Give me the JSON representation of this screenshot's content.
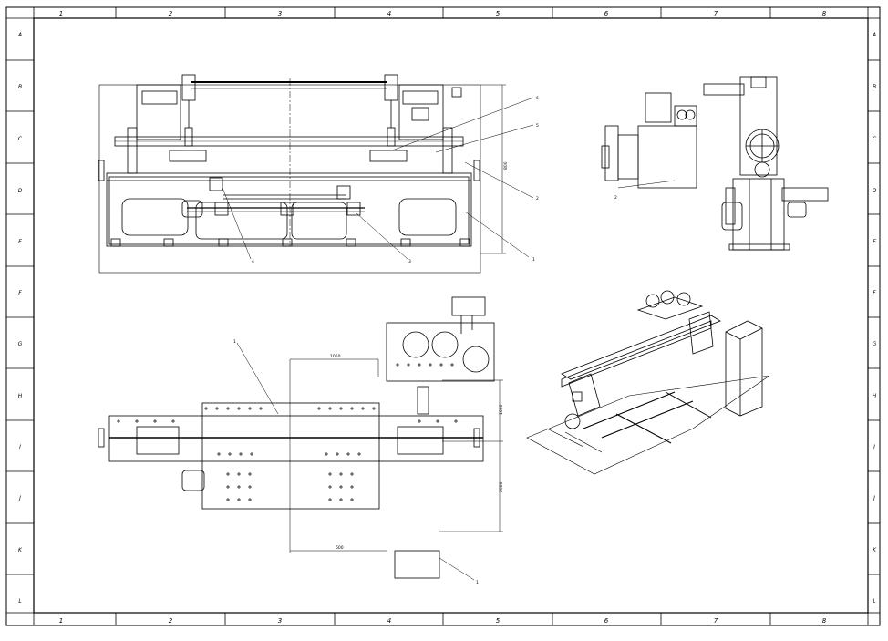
{
  "border": {
    "columns": [
      "1",
      "2",
      "3",
      "4",
      "5",
      "6",
      "7",
      "8"
    ],
    "rows": [
      "A",
      "B",
      "C",
      "D",
      "E",
      "F",
      "G",
      "H",
      "I",
      "J",
      "K",
      "L"
    ]
  },
  "balloons": [
    "6",
    "5",
    "2",
    "3",
    "4",
    "1"
  ],
  "dimensions": [
    "800",
    "1050",
    "1000",
    "2000",
    "600"
  ],
  "colors": {
    "line": "#000000",
    "paper": "#ffffff"
  }
}
